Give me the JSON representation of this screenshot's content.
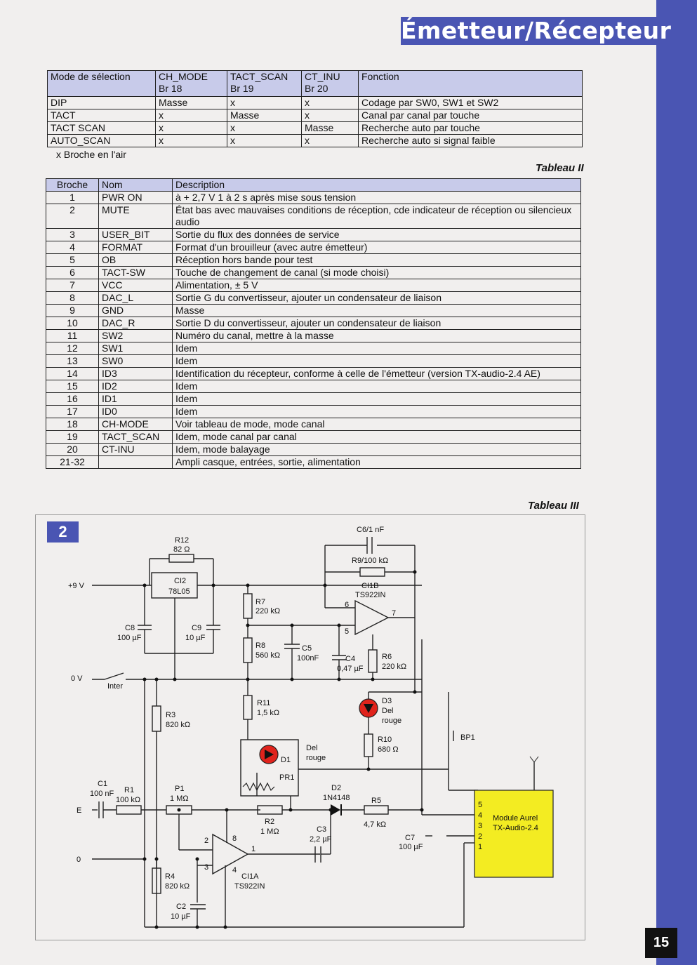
{
  "header": {
    "title": "Émetteur/Récepteur"
  },
  "tableau2": {
    "headers": [
      [
        "Mode de sélection"
      ],
      [
        "CH_MODE",
        "Br 18"
      ],
      [
        "TACT_SCAN",
        "Br 19"
      ],
      [
        "CT_INU",
        "Br 20"
      ],
      [
        "Fonction"
      ]
    ],
    "rows": [
      [
        "DIP",
        "Masse",
        "x",
        "x",
        "Codage par SW0, SW1 et SW2"
      ],
      [
        "TACT",
        "x",
        "Masse",
        "x",
        "Canal par canal par touche"
      ],
      [
        "TACT SCAN",
        "x",
        "x",
        "Masse",
        "Recherche auto par touche"
      ],
      [
        "AUTO_SCAN",
        "x",
        "x",
        "x",
        "Recherche auto si signal faible"
      ]
    ],
    "note": "x Broche en l'air",
    "caption": "Tableau II"
  },
  "tableau3": {
    "headers": [
      "Broche",
      "Nom",
      "Description"
    ],
    "rows": [
      [
        "1",
        "PWR ON",
        "à + 2,7 V 1 à 2 s après mise sous tension"
      ],
      [
        "2",
        "MUTE",
        "État bas avec mauvaises conditions de réception, cde indicateur de réception ou silencieux audio"
      ],
      [
        "3",
        "USER_BIT",
        "Sortie du flux des données de service"
      ],
      [
        "4",
        "FORMAT",
        "Format d'un brouilleur (avec autre émetteur)"
      ],
      [
        "5",
        "OB",
        "Réception hors bande pour test"
      ],
      [
        "6",
        "TACT-SW",
        "Touche de changement de canal (si mode choisi)"
      ],
      [
        "7",
        "VCC",
        "Alimentation, ± 5 V"
      ],
      [
        "8",
        "DAC_L",
        "Sortie G du convertisseur, ajouter un condensateur de liaison"
      ],
      [
        "9",
        "GND",
        "Masse"
      ],
      [
        "10",
        "DAC_R",
        "Sortie D du convertisseur, ajouter un condensateur de liaison"
      ],
      [
        "11",
        "SW2",
        "Numéro du canal, mettre à la masse"
      ],
      [
        "12",
        "SW1",
        "Idem"
      ],
      [
        "13",
        "SW0",
        "Idem"
      ],
      [
        "14",
        "ID3",
        "Identification du récepteur, conforme à celle de l'émetteur (version TX-audio-2.4 AE)"
      ],
      [
        "15",
        "ID2",
        "Idem"
      ],
      [
        "16",
        "ID1",
        "Idem"
      ],
      [
        "17",
        "ID0",
        "Idem"
      ],
      [
        "18",
        "CH-MODE",
        "Voir tableau de mode, mode canal"
      ],
      [
        "19",
        "TACT_SCAN",
        "Idem, mode canal par canal"
      ],
      [
        "20",
        "CT-INU",
        "Idem, mode balayage"
      ],
      [
        "21-32",
        "",
        "Ampli casque, entrées, sortie, alimentation"
      ]
    ],
    "caption": "Tableau III"
  },
  "figure": {
    "number": "2",
    "labels": {
      "r12": "R12",
      "r12v": "82 Ω",
      "ci2": "CI2",
      "ci2v": "78L05",
      "p9v": "+9 V",
      "c8": "C8",
      "c8v": "100 µF",
      "c9": "C9",
      "c9v": "10 µF",
      "ov": "0 V",
      "inter": "Inter",
      "r3": "R3",
      "r3v": "820 kΩ",
      "r7": "R7",
      "r7v": "220 kΩ",
      "r8": "R8",
      "r8v": "560 kΩ",
      "c5": "C5",
      "c5v": "100nF",
      "c4": "C4",
      "c4v": "0,47 µF",
      "r6": "R6",
      "r6v": "220 kΩ",
      "c6": "C6/1 nF",
      "r9": "R9/100 kΩ",
      "ci1b": "CI1B",
      "ci1bv": "TS922IN",
      "pin6": "6",
      "pin7": "7",
      "pin5": "5",
      "r11": "R11",
      "r11v": "1,5 kΩ",
      "d3": "D3",
      "d3a": "Del",
      "d3b": "rouge",
      "r10": "R10",
      "r10v": "680 Ω",
      "bp1": "BP1",
      "d1": "D1",
      "d1a": "Del",
      "d1b": "rouge",
      "pr1": "PR1",
      "d2": "D2",
      "d2v": "1N4148",
      "r5": "R5",
      "r5v": "4,7 kΩ",
      "c1": "C1",
      "c1v": "100 nF",
      "r1": "R1",
      "r1v": "100 kΩ",
      "p1": "P1",
      "p1v": "1 MΩ",
      "e": "E",
      "zero": "0",
      "r2": "R2",
      "r2v": "1 MΩ",
      "c3": "C3",
      "c3v": "2,2 µF",
      "c7": "C7",
      "c7v": "100 µF",
      "pin2": "2",
      "pin8": "8",
      "pin1": "1",
      "pin3": "3",
      "pin4": "4",
      "ci1a": "CI1A",
      "ci1av": "TS922IN",
      "r4": "R4",
      "r4v": "820 kΩ",
      "c2": "C2",
      "c2v": "10 µF",
      "mod": "Module Aurel",
      "modv": "TX-Audio-2.4",
      "m5": "5",
      "m4": "4",
      "m3": "3",
      "m2": "2",
      "m1": "1"
    },
    "module_color": "#f3ec22"
  },
  "page_number": "15",
  "colors": {
    "accent": "#4a55b3",
    "table_header": "#c8cbea",
    "led": "#e0231c"
  }
}
